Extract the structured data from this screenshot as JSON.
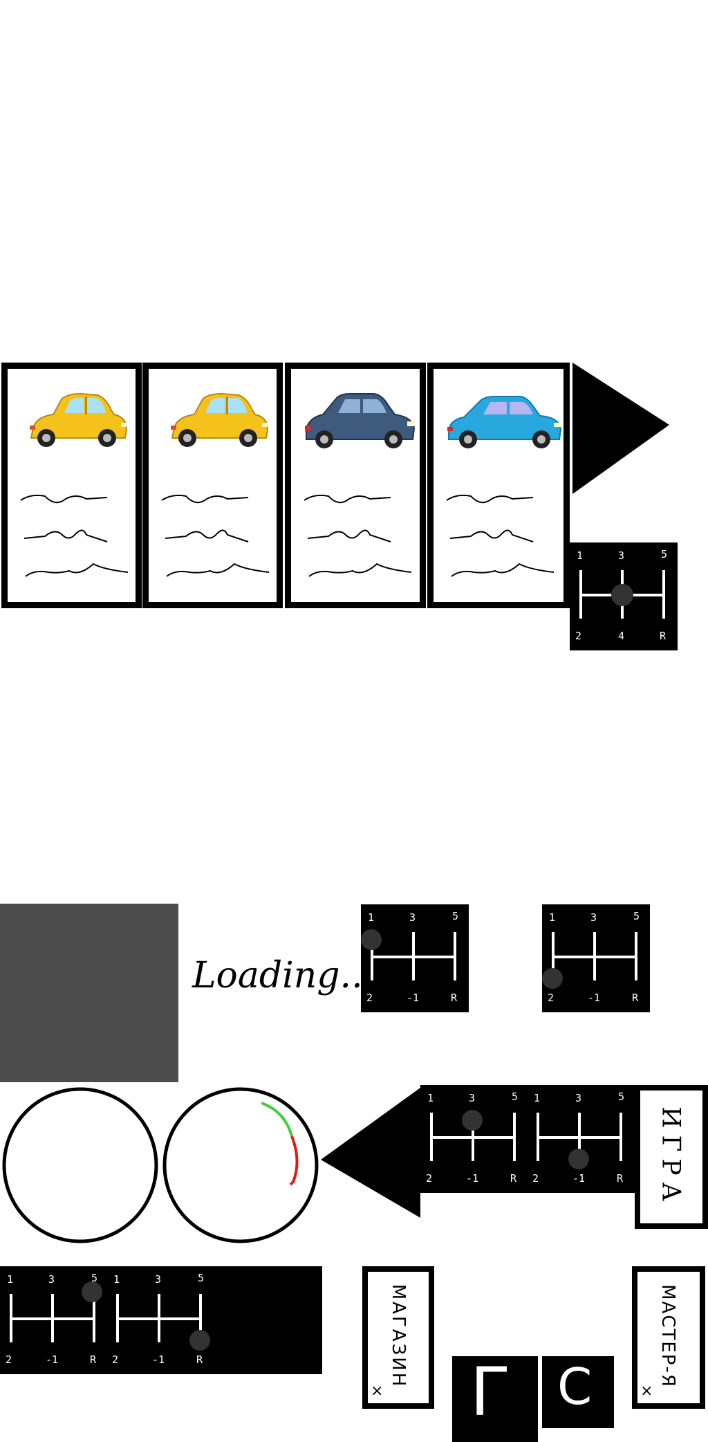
{
  "colors": {
    "background": "#ffffff",
    "frame": "#000000",
    "loading_panel": "#4d4c4d",
    "knob": "#333333",
    "gauge_green": "#3fd13a",
    "gauge_red": "#e0191c",
    "line": "#ffffff"
  },
  "cards": [
    {
      "car": "yellow-taxi-car",
      "body": "#f4c21a"
    },
    {
      "car": "yellow-taxi-car",
      "body": "#f4c21a"
    },
    {
      "car": "dark-blue-car",
      "body": "#3e5a7d"
    },
    {
      "car": "light-blue-car",
      "body": "#29a8df"
    }
  ],
  "gear_labels": {
    "top": [
      "1",
      "3",
      "5"
    ],
    "bottom": [
      "2",
      "4",
      "R"
    ],
    "bottom_alt": [
      "2",
      "-1",
      "R"
    ]
  },
  "loading": {
    "text": "Loading..."
  },
  "buttons": {
    "play": "ИГРА",
    "shop": "МАГАЗИН",
    "workshop": "МАСТЕР-Я",
    "close_mark": "×"
  },
  "pedals": {
    "gas": "Г",
    "clutch": "С"
  },
  "icons": {
    "next": "play-triangle-icon",
    "back": "back-triangle-icon"
  }
}
